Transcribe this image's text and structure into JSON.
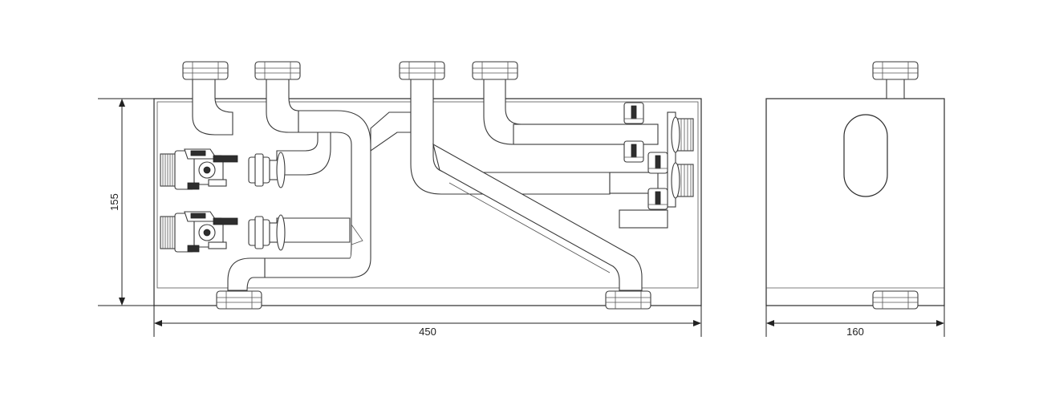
{
  "dimensions": {
    "height": "155",
    "width_front": "450",
    "width_side": "160"
  }
}
